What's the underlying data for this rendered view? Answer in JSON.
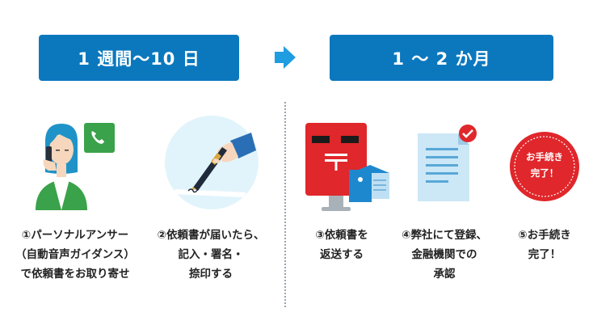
{
  "periods": {
    "first": "1 週間〜10 日",
    "second": "1 〜 2 か月"
  },
  "steps": [
    {
      "icon": "phone-call-person-icon",
      "lines": [
        "①パーソナルアンサー",
        "（自動音声ガイダンス）",
        "で依頼書をお取り寄せ"
      ]
    },
    {
      "icon": "pen-signing-icon",
      "lines": [
        "②依頼書が届いたら、",
        "記入・署名・",
        "捺印する"
      ]
    },
    {
      "icon": "postbox-icon",
      "lines": [
        "③依頼書を",
        "返送する"
      ]
    },
    {
      "icon": "document-check-icon",
      "lines": [
        "④弊社にて登録、",
        "金融機関での",
        "承認"
      ]
    },
    {
      "icon": "complete-badge-icon",
      "badge_lines": [
        "お手続き",
        "完了！"
      ],
      "lines": [
        "⑤お手続き",
        "完了！"
      ]
    }
  ],
  "colors": {
    "period_blue": "#0b78be",
    "arrow_blue": "#1e9de0",
    "postbox_red": "#e0272b",
    "badge_red": "#e0272b",
    "shirt_green": "#3aa24a"
  }
}
